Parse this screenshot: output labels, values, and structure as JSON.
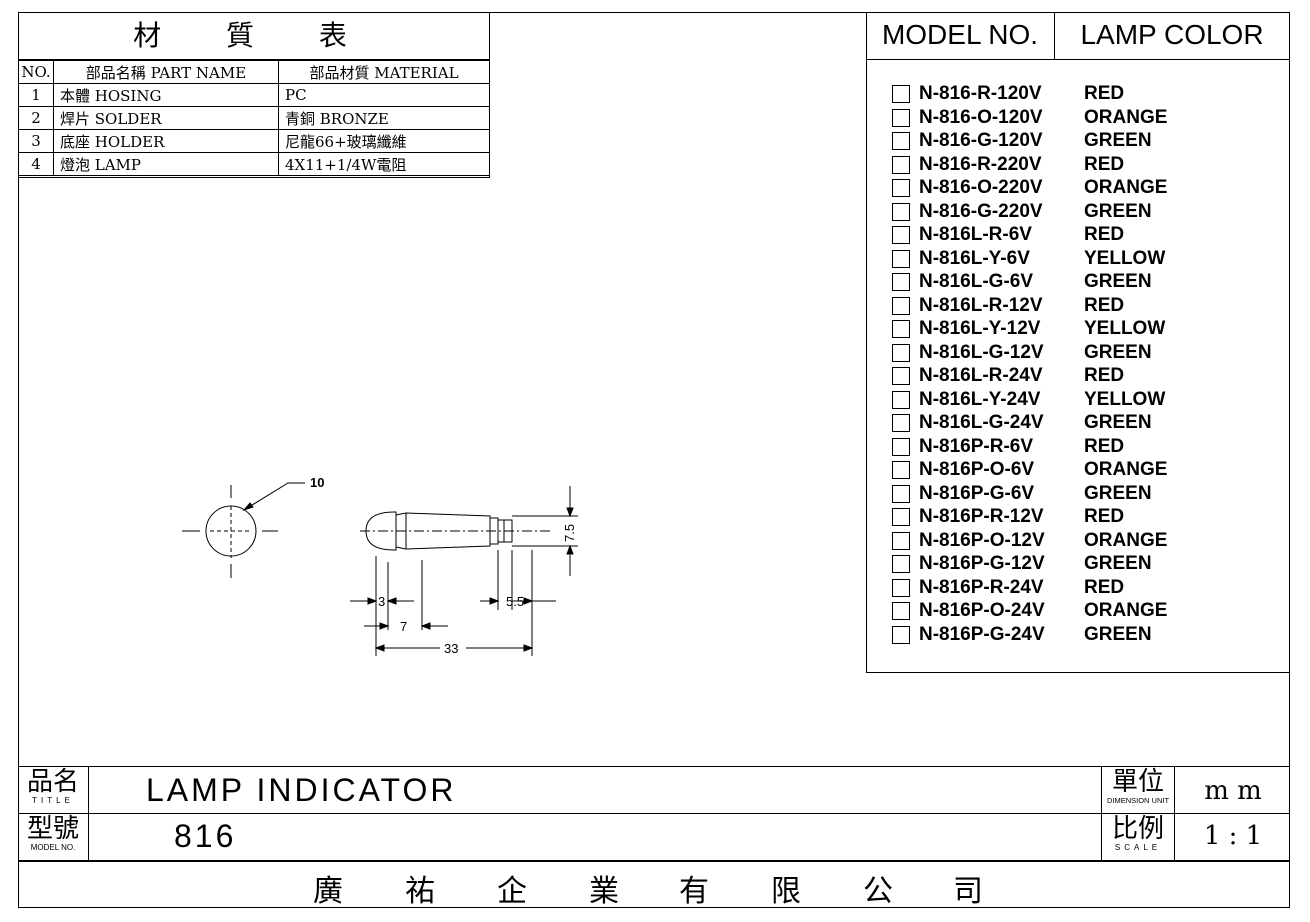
{
  "material_table": {
    "title": "材 質 表",
    "headers": [
      "NO.",
      "部品名稱 PART NAME",
      "部品材質 MATERIAL"
    ],
    "rows": [
      {
        "no": "1",
        "part": "本體 HOSING",
        "material": "PC"
      },
      {
        "no": "2",
        "part": "焊片 SOLDER",
        "material": "青銅 BRONZE"
      },
      {
        "no": "3",
        "part": "底座 HOLDER",
        "material": "尼龍66+玻璃纖維"
      },
      {
        "no": "4",
        "part": "燈泡 LAMP",
        "material": "4X11+1/4W電阻"
      }
    ]
  },
  "model_table": {
    "header_model": "MODEL NO.",
    "header_color": "LAMP COLOR",
    "rows": [
      {
        "model": "N-816-R-120V",
        "color": "RED"
      },
      {
        "model": "N-816-O-120V",
        "color": "ORANGE"
      },
      {
        "model": "N-816-G-120V",
        "color": "GREEN"
      },
      {
        "model": "N-816-R-220V",
        "color": "RED"
      },
      {
        "model": "N-816-O-220V",
        "color": "ORANGE"
      },
      {
        "model": "N-816-G-220V",
        "color": "GREEN"
      },
      {
        "model": "N-816L-R-6V",
        "color": "RED"
      },
      {
        "model": "N-816L-Y-6V",
        "color": "YELLOW"
      },
      {
        "model": "N-816L-G-6V",
        "color": "GREEN"
      },
      {
        "model": "N-816L-R-12V",
        "color": "RED"
      },
      {
        "model": "N-816L-Y-12V",
        "color": "YELLOW"
      },
      {
        "model": "N-816L-G-12V",
        "color": "GREEN"
      },
      {
        "model": "N-816L-R-24V",
        "color": "RED"
      },
      {
        "model": "N-816L-Y-24V",
        "color": "YELLOW"
      },
      {
        "model": "N-816L-G-24V",
        "color": "GREEN"
      },
      {
        "model": "N-816P-R-6V",
        "color": "RED"
      },
      {
        "model": "N-816P-O-6V",
        "color": "ORANGE"
      },
      {
        "model": "N-816P-G-6V",
        "color": "GREEN"
      },
      {
        "model": "N-816P-R-12V",
        "color": "RED"
      },
      {
        "model": "N-816P-O-12V",
        "color": "ORANGE"
      },
      {
        "model": "N-816P-G-12V",
        "color": "GREEN"
      },
      {
        "model": "N-816P-R-24V",
        "color": "RED"
      },
      {
        "model": "N-816P-O-24V",
        "color": "ORANGE"
      },
      {
        "model": "N-816P-G-24V",
        "color": "GREEN"
      }
    ]
  },
  "drawing": {
    "diameter": "10",
    "height": "7.5",
    "dim_a": "3",
    "dim_b": "7",
    "dim_c": "5.5",
    "length": "33"
  },
  "title_block": {
    "title_label_cn": "品名",
    "title_label_en": "TITLE",
    "title_value": "LAMP INDICATOR",
    "model_label_cn": "型號",
    "model_label_en": "MODEL NO.",
    "model_value": "816",
    "unit_label_cn": "單位",
    "unit_label_en": "DIMENSION UNIT",
    "unit_value": "m m",
    "scale_label_cn": "比例",
    "scale_label_en": "SCALE",
    "scale_value": "1 : 1",
    "company_chars": [
      "廣",
      "祐",
      "企",
      "業",
      "有",
      "限",
      "公",
      "司"
    ]
  }
}
